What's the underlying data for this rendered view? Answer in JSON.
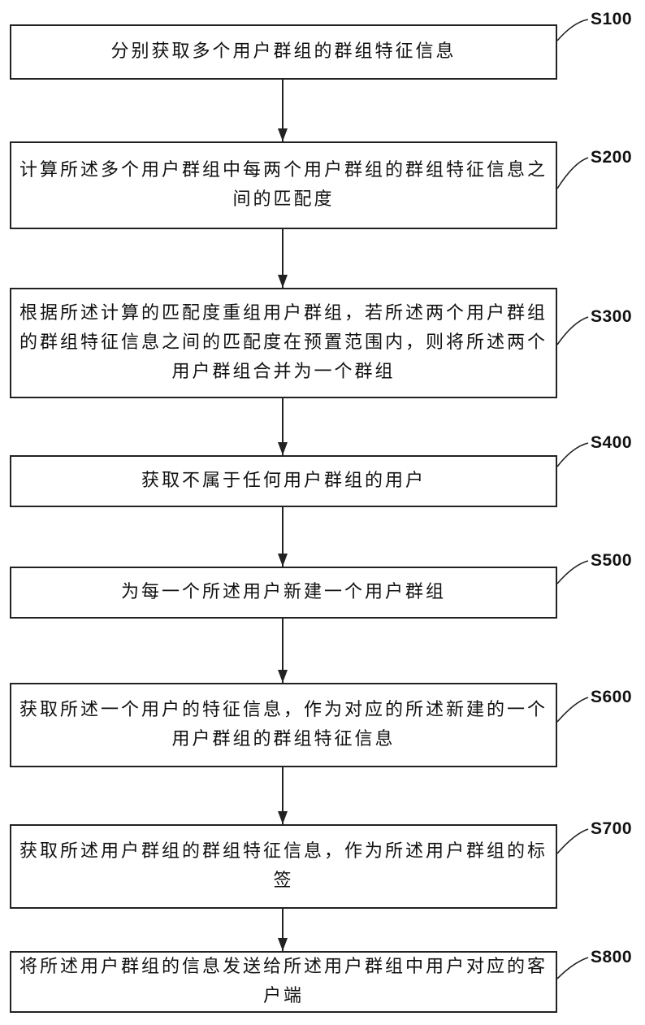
{
  "steps": [
    {
      "id": "S100",
      "text": "分别获取多个用户群组的群组特征信息"
    },
    {
      "id": "S200",
      "text": "计算所述多个用户群组中每两个用户群组的群组特征信息之间的匹配度"
    },
    {
      "id": "S300",
      "text": "根据所述计算的匹配度重组用户群组，若所述两个用户群组的群组特征信息之间的匹配度在预置范围内，则将所述两个用户群组合并为一个群组"
    },
    {
      "id": "S400",
      "text": "获取不属于任何用户群组的用户"
    },
    {
      "id": "S500",
      "text": "为每一个所述用户新建一个用户群组"
    },
    {
      "id": "S600",
      "text": "获取所述一个用户的特征信息，作为对应的所述新建的一个用户群组的群组特征信息"
    },
    {
      "id": "S700",
      "text": "获取所述用户群组的群组特征信息，作为所述用户群组的标签"
    },
    {
      "id": "S800",
      "text": "将所述用户群组的信息发送给所述用户群组中用户对应的客户端"
    }
  ]
}
